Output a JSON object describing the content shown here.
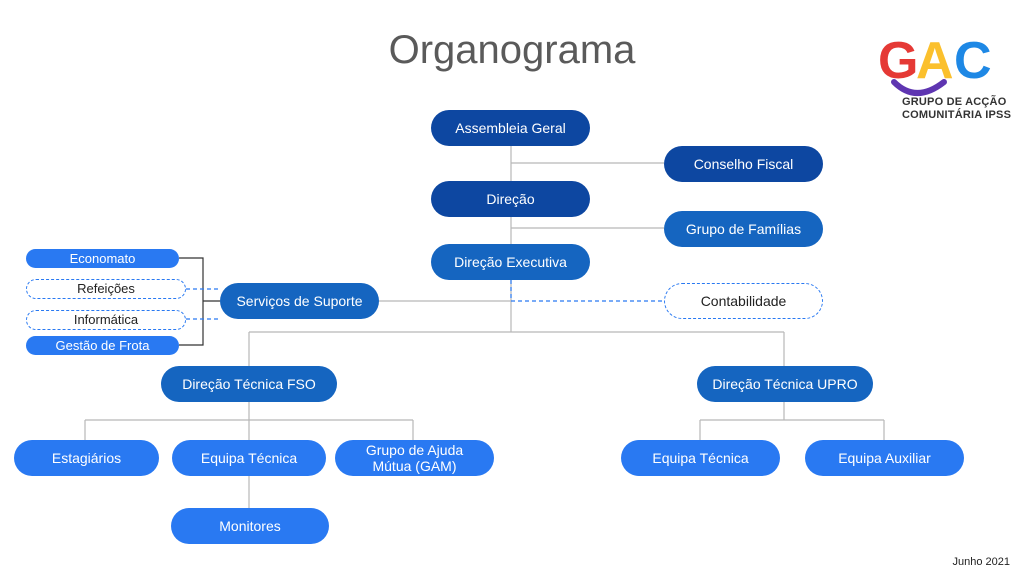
{
  "title": "Organograma",
  "logo": {
    "letters": "GAC",
    "line1": "GRUPO DE ACÇÃO",
    "line2": "COMUNITÁRIA IPSS"
  },
  "nodes": {
    "assembleia": "Assembleia Geral",
    "conselho_fiscal": "Conselho Fiscal",
    "direcao": "Direção",
    "grupo_familias": "Grupo de Famílias",
    "direcao_executiva": "Direção Executiva",
    "servicos_suporte": "Serviços de Suporte",
    "contabilidade": "Contabilidade",
    "economato": "Economato",
    "refeicoes": "Refeições",
    "informatica": "Informática",
    "gestao_frota": "Gestão de Frota",
    "direcao_fso": "Direção Técnica FSO",
    "direcao_upro": "Direção Técnica UPRO",
    "estagiarios": "Estagiários",
    "equipa_tecnica_fso": "Equipa Técnica",
    "gam": "Grupo de Ajuda Mútua (GAM)",
    "monitores": "Monitores",
    "equipa_tecnica_upro": "Equipa Técnica",
    "equipa_auxiliar": "Equipa Auxiliar"
  },
  "footer": "Junho 2021",
  "colors": {
    "dark": "#0d47a1",
    "mid": "#1565c0",
    "light": "#2979f2",
    "connector": "#b8b8b8",
    "dashed": "#2979f2"
  }
}
